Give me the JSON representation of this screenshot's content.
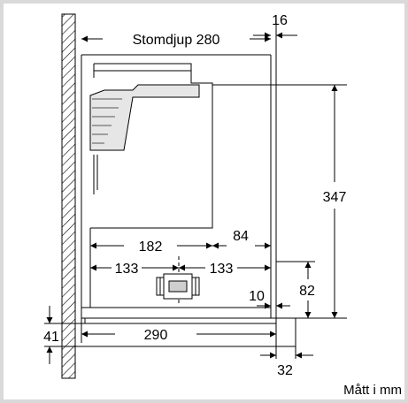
{
  "diagram": {
    "caption": "Mått i mm",
    "dimensions": {
      "stomdjup_label": "Stomdjup 280",
      "d16": "16",
      "d347": "347",
      "d182": "182",
      "d84": "84",
      "d133_left": "133",
      "d133_right": "133",
      "d82": "82",
      "d10": "10",
      "d41": "41",
      "d290": "290",
      "d32": "32"
    },
    "colors": {
      "line": "#000000",
      "background": "#ffffff",
      "border": "#d9d9d9"
    }
  }
}
